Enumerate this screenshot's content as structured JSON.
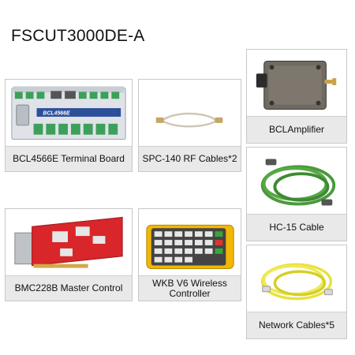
{
  "title": "FSCUT3000DE-A",
  "cards": {
    "bcl4566e": {
      "label": "BCL4566E Terminal Board",
      "board_text": "BCL4566E"
    },
    "spc140": {
      "label": "SPC-140 RF Cables*2"
    },
    "bclamp": {
      "label": "BCLAmplifier"
    },
    "hc15": {
      "label": "HC-15 Cable"
    },
    "bmc228b": {
      "label": "BMC228B Master Control"
    },
    "wkb": {
      "label_line1": "WKB V6 Wireless",
      "label_line2": "Controller"
    },
    "network": {
      "label": "Network Cables*5"
    }
  },
  "colors": {
    "caption_bg": "#e9e9e9",
    "board_blue": "#2d4f9a",
    "pcb_red": "#d8262a",
    "cable_green": "#4a9a3c",
    "cable_yellow": "#e8e23a",
    "remote_yellow": "#f2b705"
  }
}
